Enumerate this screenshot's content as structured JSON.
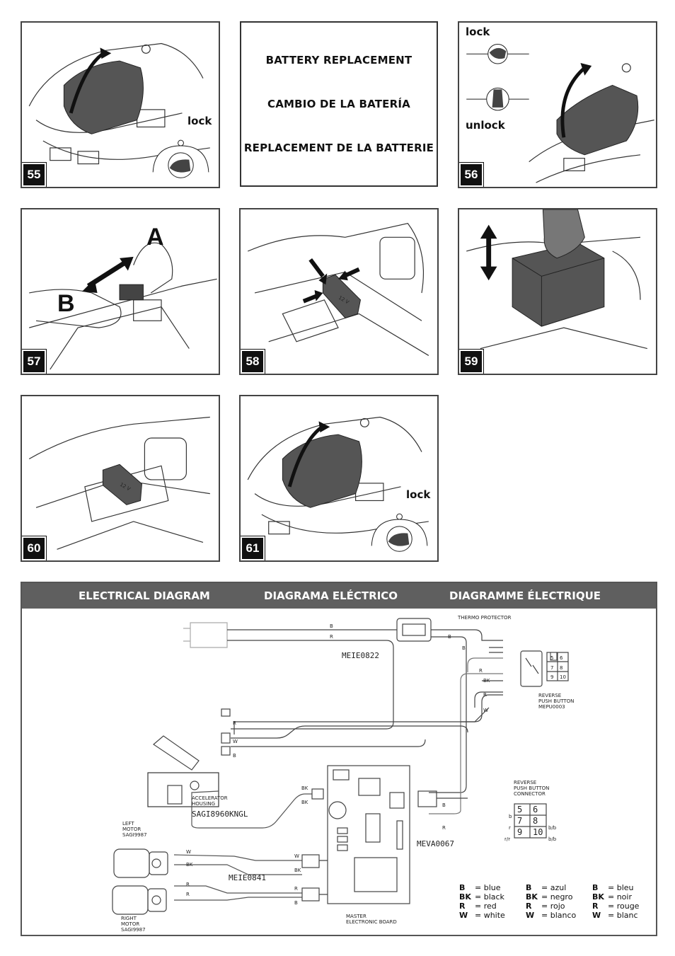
{
  "steps": {
    "s55": {
      "num": "55",
      "label": "lock"
    },
    "s56": {
      "num": "56",
      "label_lock": "lock",
      "label_unlock": "unlock"
    },
    "s57": {
      "num": "57",
      "label_a": "A",
      "label_b": "B"
    },
    "s58": {
      "num": "58"
    },
    "s59": {
      "num": "59"
    },
    "s60": {
      "num": "60"
    },
    "s61": {
      "num": "61",
      "label": "lock"
    }
  },
  "title_box": {
    "en": "BATTERY REPLACEMENT",
    "es": "CAMBIO DE LA BATERÍA",
    "fr": "REPLACEMENT DE LA BATTERIE"
  },
  "battery_text": "12 V",
  "diagram": {
    "head_en": "ELECTRICAL DIAGRAM",
    "head_es": "DIAGRAMA ELÉCTRICO",
    "head_fr": "DIAGRAMME ÉLECTRIQUE",
    "thermo": "THERMO  PROTECTOR",
    "meie0822": "MEIE0822",
    "reverse_1": "REVERSE",
    "reverse_2": "PUSH  BUTTON",
    "reverse_3": "MEPU0003",
    "accel_1": "ACCELERATOR",
    "accel_2": "HOUSING",
    "accel_code": "SAGI8960KNGL",
    "left_motor_1": "LEFT",
    "left_motor_2": "MOTOR",
    "left_motor_3": "SAGI9987",
    "right_motor_1": "RIGHT",
    "right_motor_2": "MOTOR",
    "right_motor_3": "SAGI9987",
    "meie0841": "MEIE0841",
    "meva": "MEVA0067",
    "board_1": "MASTER",
    "board_2": "ELECTRONIC  BOARD",
    "conn_1": "REVERSE",
    "conn_2": "PUSH BUTTON",
    "conn_3": "CONNECTOR",
    "wire_b": "B",
    "wire_r": "R",
    "wire_w": "W",
    "wire_bk": "BK",
    "wire_rr": "r/r",
    "wire_r_small": "r",
    "wire_b_small": "b",
    "wire_bb": "b/b",
    "pins": [
      "5",
      "6",
      "7",
      "8",
      "9",
      "10"
    ]
  },
  "legend": {
    "en": [
      {
        "k": "B",
        "v": "= blue"
      },
      {
        "k": "BK",
        "v": "= black"
      },
      {
        "k": "R",
        "v": "= red"
      },
      {
        "k": "W",
        "v": "= white"
      }
    ],
    "es": [
      {
        "k": "B",
        "v": "= azul"
      },
      {
        "k": "BK",
        "v": "= negro"
      },
      {
        "k": "R",
        "v": "= rojo"
      },
      {
        "k": "W",
        "v": "= blanco"
      }
    ],
    "fr": [
      {
        "k": "B",
        "v": "= bleu"
      },
      {
        "k": "BK",
        "v": "= noir"
      },
      {
        "k": "R",
        "v": "= rouge"
      },
      {
        "k": "W",
        "v": "= blanc"
      }
    ]
  }
}
